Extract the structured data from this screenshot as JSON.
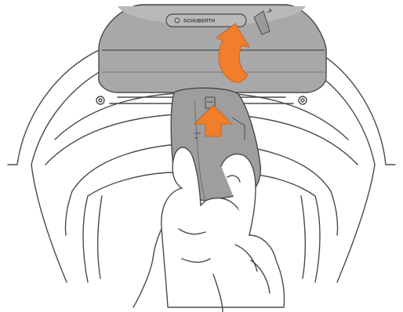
{
  "illustration": {
    "device_brand_text": "SCHUBERTH",
    "colors": {
      "arrow": "#F07E2A",
      "device_body": "#A8A8A8",
      "device_face": "#B9B9B9",
      "clip_body": "#9E9E9E",
      "outline": "#4A4A4A",
      "hand_fill": "#FFFFFF",
      "background": "#FFFFFF"
    },
    "arrows": [
      {
        "name": "lift-arrow",
        "direction": "up-curved"
      },
      {
        "name": "slide-arrow",
        "direction": "up"
      }
    ]
  }
}
